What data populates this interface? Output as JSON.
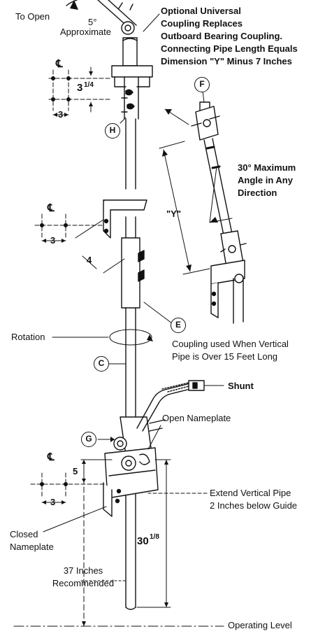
{
  "labels": {
    "to_open": "To Open",
    "five_degrees": "5°",
    "approximate": "Approximate",
    "optional_coupling": [
      "Optional Universal",
      "Coupling Replaces",
      "Outboard Bearing Coupling.",
      "Connecting Pipe Length Equals",
      "Dimension \"Y\" Minus 7 Inches"
    ],
    "centerline": "℄",
    "dim_three_and_quarter_whole": "3",
    "dim_three_and_quarter_frac": "1/4",
    "dim_three_top": "3",
    "dim_three_mid": "3",
    "dim_four": "4",
    "dim_y": "\"Y\"",
    "max_angle": [
      "30° Maximum",
      "Angle in Any",
      "Direction"
    ],
    "rotation": "Rotation",
    "coupling_used": [
      "Coupling used When Vertical",
      "Pipe is Over 15 Feet Long"
    ],
    "shunt": "Shunt",
    "open_nameplate": "Open Nameplate",
    "dim_five": "5",
    "dim_three_bottom": "3",
    "extend_pipe": [
      "Extend Vertical Pipe",
      "2 Inches below Guide"
    ],
    "closed_nameplate": [
      "Closed",
      "Nameplate"
    ],
    "dim_thirty_whole": "30",
    "dim_thirty_frac": "1/8",
    "recommended": [
      "37 Inches",
      "Recommended"
    ],
    "operating_level": "Operating Level"
  },
  "callouts": {
    "F": "F",
    "H": "H",
    "E": "E",
    "C": "C",
    "G": "G"
  }
}
